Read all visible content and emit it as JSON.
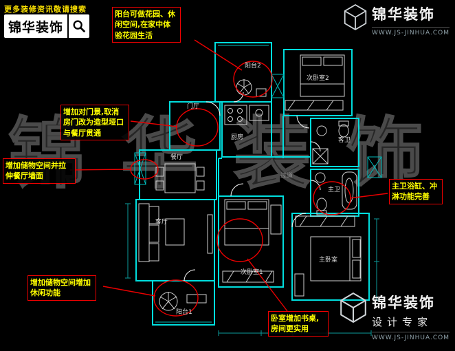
{
  "header": {
    "tagline": "更多装修资讯敬请搜索",
    "logo_text": "锦华装饰"
  },
  "watermark": {
    "text": "锦华装饰"
  },
  "brand_top": {
    "name": "锦华装饰",
    "url": "WWW.JS-JINHUA.COM"
  },
  "brand_bottom": {
    "name": "锦华装饰",
    "tagline": "设计专家",
    "url": "WWW.JS-JINHUA.COM"
  },
  "floorplan": {
    "rooms": [
      {
        "id": "balcony-2",
        "label": "阳台2"
      },
      {
        "id": "bedroom-2",
        "label": "次卧室2"
      },
      {
        "id": "foyer",
        "label": "门厅"
      },
      {
        "id": "kitchen",
        "label": "厨房"
      },
      {
        "id": "dining",
        "label": "餐厅"
      },
      {
        "id": "guest-bath",
        "label": "客卫"
      },
      {
        "id": "hallway",
        "label": "过道"
      },
      {
        "id": "master-bath",
        "label": "主卫"
      },
      {
        "id": "living",
        "label": "客厅"
      },
      {
        "id": "bedroom-1",
        "label": "次卧室1"
      },
      {
        "id": "master-bedroom",
        "label": "主卧室"
      },
      {
        "id": "balcony-1",
        "label": "阳台1"
      }
    ]
  },
  "annotations": [
    {
      "id": "balcony-garden",
      "text": "阳台可做花园、休闲空间,在家中体验花园生活"
    },
    {
      "id": "door-view",
      "text": "增加对门景,取消房门改为造型垭口与餐厅贯通"
    },
    {
      "id": "storage-dining",
      "text": "增加储物空间并拉伸餐厅墙面"
    },
    {
      "id": "storage-leisure",
      "text": "增加储物空间增加休闲功能"
    },
    {
      "id": "master-bath-upgrade",
      "text": "主卫浴缸、冲淋功能完善"
    },
    {
      "id": "bedroom-desk",
      "text": "卧室增加书桌,房间更实用"
    }
  ],
  "colors": {
    "background": "#000000",
    "plan_line": "#00dede",
    "furniture_line": "#cfcfcf",
    "annotation_border": "#f20000",
    "annotation_text": "#ffff00",
    "highlight": "#ea0000",
    "header_yellow": "#ffe400"
  }
}
